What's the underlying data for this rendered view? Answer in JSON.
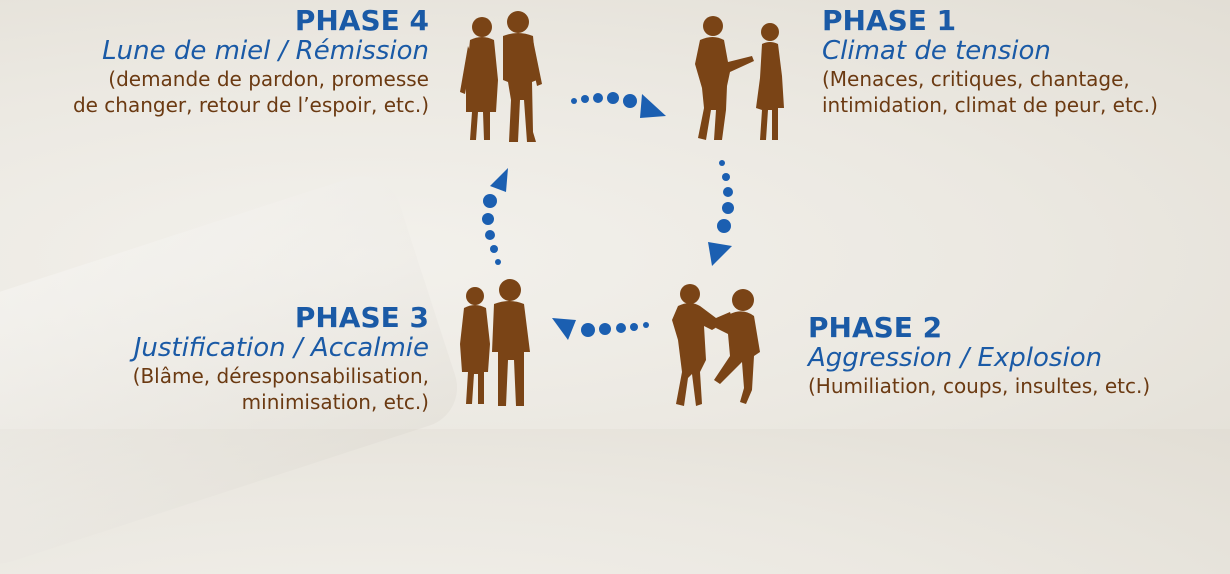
{
  "phases": {
    "phase4": {
      "title": "PHASE 4",
      "subtitle": "Lune de miel / Rémission",
      "desc_line1": "(demande de pardon, promesse",
      "desc_line2": "de changer, retour de l’espoir, etc.)"
    },
    "phase1": {
      "title": "PHASE 1",
      "subtitle": "Climat de tension",
      "desc_line1": "(Menaces, critiques, chantage,",
      "desc_line2": "intimidation, climat de peur, etc.)"
    },
    "phase3": {
      "title": "PHASE 3",
      "subtitle": "Justification / Accalmie",
      "desc_line1": "(Blâme, déresponsabilisation,",
      "desc_line2": "minimisation, etc.)"
    },
    "phase2": {
      "title": "PHASE 2",
      "subtitle": "Aggression / Explosion",
      "desc_line1": "(Humiliation, coups, insultes, etc.)"
    }
  },
  "colors": {
    "title_blue": "#1a5aa6",
    "desc_brown": "#6b3a12",
    "figure_brown": "#7a4416",
    "arrow_blue": "#1b5fb1"
  },
  "icons": [
    "couple-walking-icon",
    "couple-arguing-icon",
    "couple-fighting-icon",
    "couple-standing-icon",
    "cycle-arrow-icon"
  ]
}
